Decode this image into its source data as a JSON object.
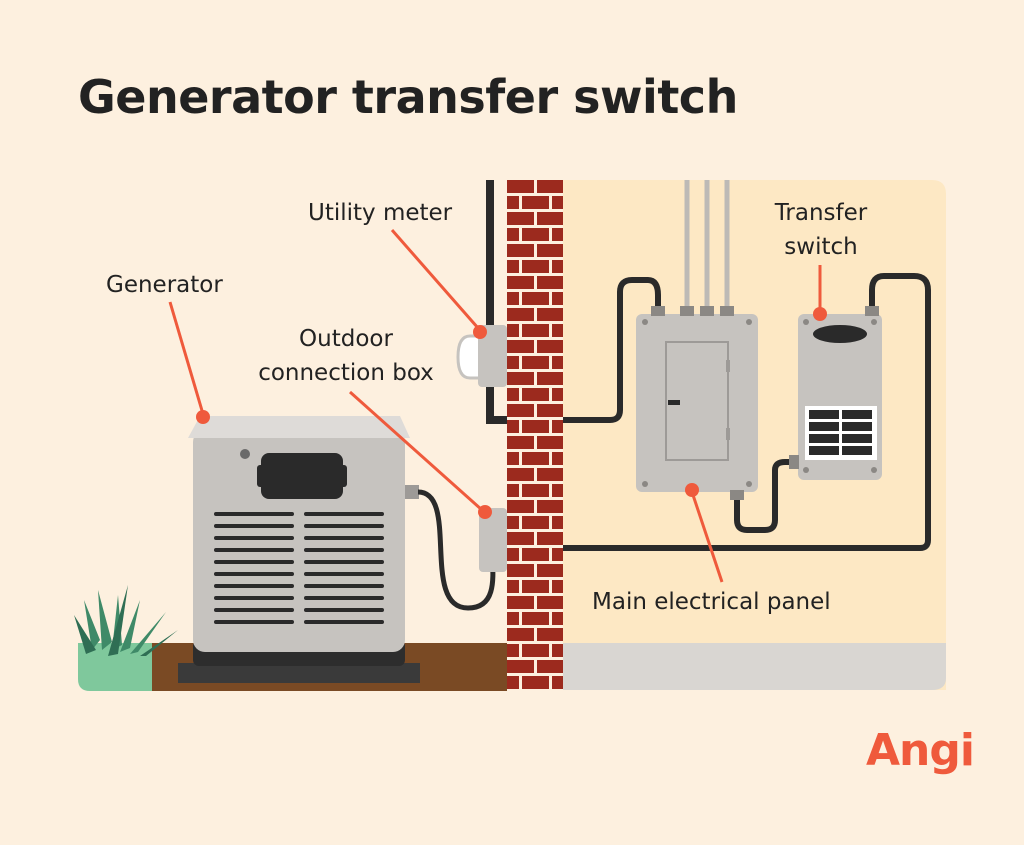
{
  "title": "Generator transfer switch",
  "labels": {
    "generator": "Generator",
    "utility_meter": "Utility meter",
    "outdoor_box_line1": "Outdoor",
    "outdoor_box_line2": "connection box",
    "transfer_line1": "Transfer",
    "transfer_line2": "switch",
    "main_panel": "Main electrical panel"
  },
  "brand": "Angi",
  "colors": {
    "background": "#fdf0df",
    "interior_wall": "#fde8c4",
    "brick": "#9c2a1e",
    "accent": "#ef5a3c",
    "equipment": "#c6c3bf"
  }
}
